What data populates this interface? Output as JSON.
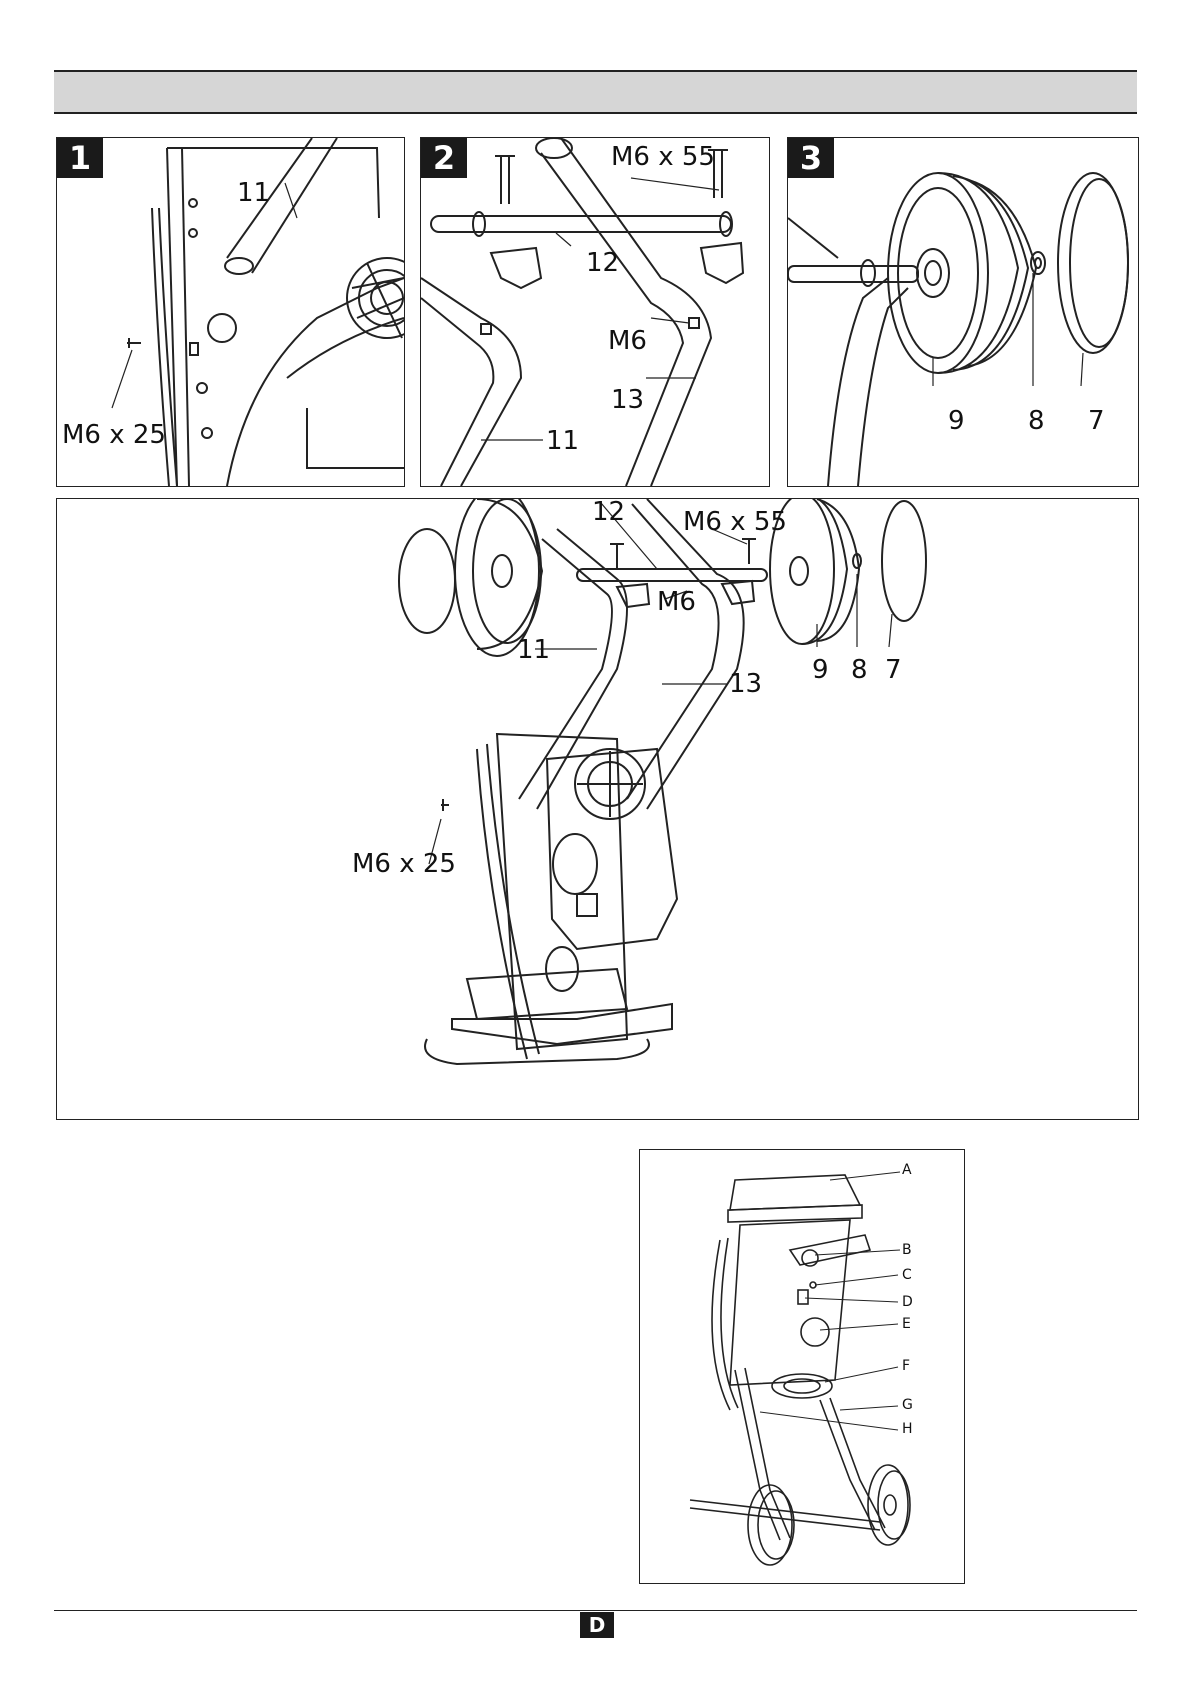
{
  "steps": {
    "step1": {
      "number": "1",
      "labels": {
        "tube": "11",
        "screw": "M6 x 25"
      }
    },
    "step2": {
      "number": "2",
      "labels": {
        "bolt": "M6 x 55",
        "axle": "12",
        "nut": "M6",
        "tube_right": "13",
        "tube_left": "11"
      }
    },
    "step3": {
      "number": "3",
      "labels": {
        "wheel": "9",
        "washer": "8",
        "cap": "7"
      }
    }
  },
  "overview": {
    "labels": {
      "axle": "12",
      "bolt": "M6 x 55",
      "nut": "M6",
      "wheel": "9",
      "washer": "8",
      "cap": "7",
      "tube_left": "11",
      "tube_right": "13",
      "screw": "M6 x 25"
    }
  },
  "parts_figure": {
    "labels": [
      "A",
      "B",
      "C",
      "D",
      "E",
      "F",
      "G",
      "H"
    ]
  },
  "footer": {
    "language_badge": "D"
  }
}
